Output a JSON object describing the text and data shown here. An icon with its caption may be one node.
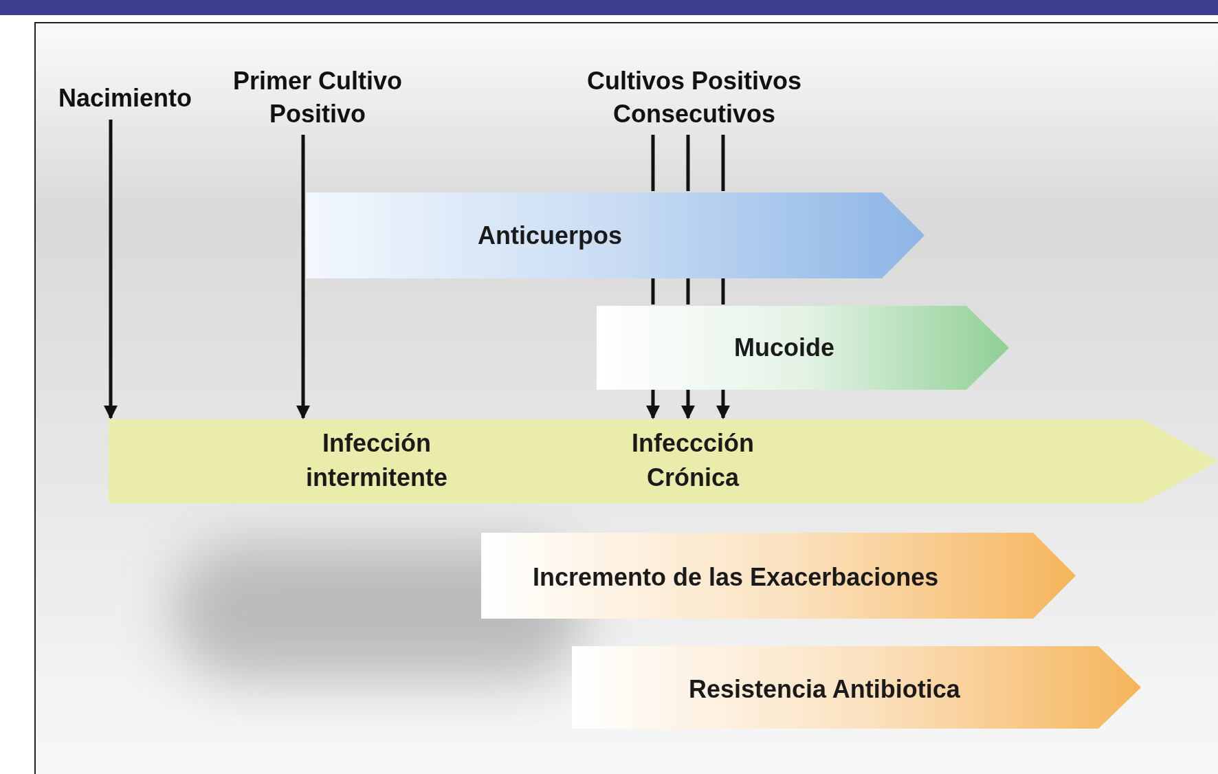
{
  "diagram": {
    "nodes": [
      {
        "text": [
          "Nacimiento"
        ]
      },
      {
        "text": [
          "Primer Cultivo Positivo"
        ]
      },
      {
        "text": [
          "Cultivos Positivos Consecutivos"
        ]
      },
      {
        "text": [
          "Anticuerpos"
        ]
      },
      {
        "text": [
          "Mucoide"
        ]
      },
      {
        "text": [
          "Infección intermitente",
          "Infeccción Crónica"
        ]
      },
      {
        "text": [
          "Incremento de las Exacerbaciones"
        ]
      },
      {
        "text": [
          "Resistencia Antibiotica"
        ]
      }
    ],
    "edges": [
      {
        "from": 0,
        "to": 5,
        "arrow": "to"
      },
      {
        "from": 1,
        "to": 5,
        "arrow": "to"
      },
      {
        "from": 2,
        "to": 3,
        "arrow": "none"
      },
      {
        "from": 2,
        "to": 3,
        "arrow": "none"
      },
      {
        "from": 2,
        "to": 3,
        "arrow": "none"
      },
      {
        "from": 3,
        "to": 4,
        "arrow": "none"
      },
      {
        "from": 3,
        "to": 4,
        "arrow": "none"
      },
      {
        "from": 3,
        "to": 4,
        "arrow": "none"
      },
      {
        "from": 4,
        "to": 5,
        "arrow": "to"
      },
      {
        "from": 4,
        "to": 5,
        "arrow": "to"
      },
      {
        "from": 4,
        "to": 5,
        "arrow": "to"
      }
    ]
  }
}
